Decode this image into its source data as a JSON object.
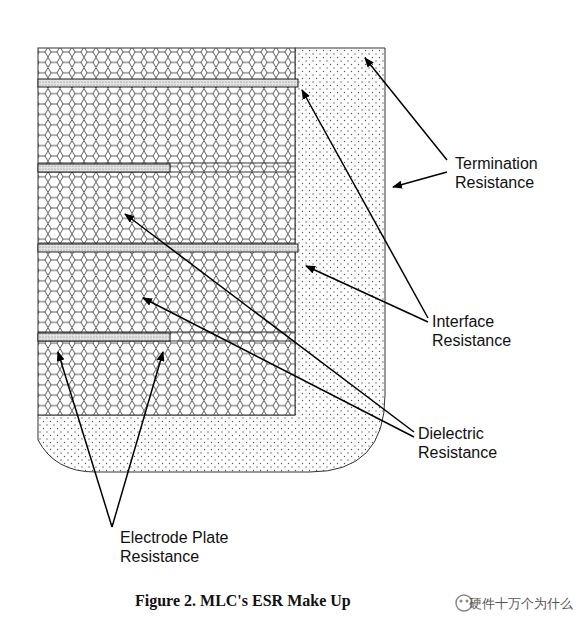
{
  "diagram": {
    "caption": "Figure 2. MLC's ESR Make Up",
    "labels": [
      "Termination Resistance",
      "Interface Resistance",
      "Dielectric Resistance",
      "Electrode Plate Resistance",
      "硬件十万个为什么"
    ]
  }
}
